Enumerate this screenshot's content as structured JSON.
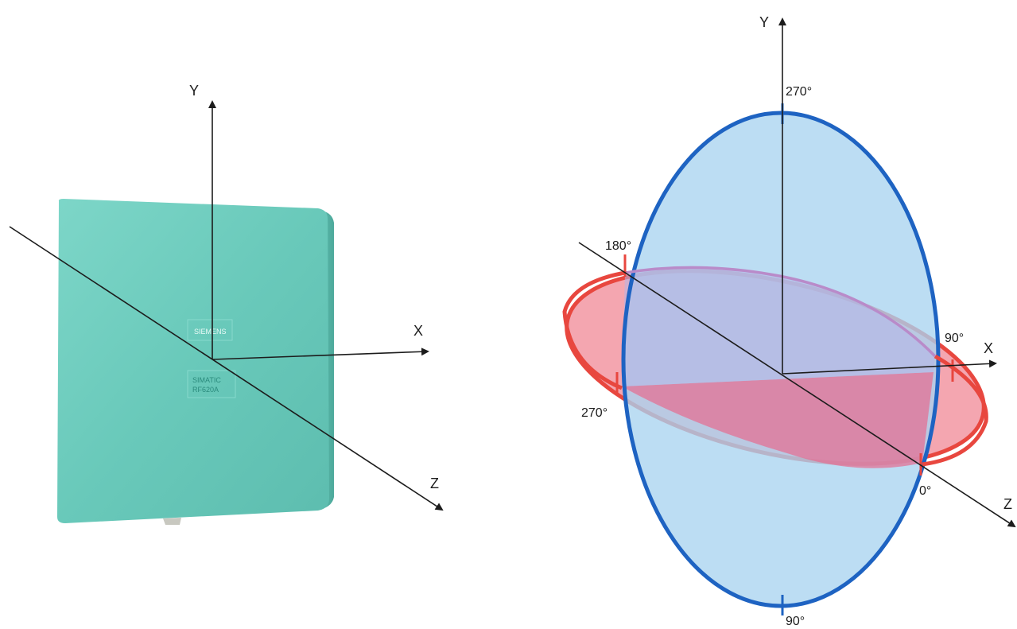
{
  "left_figure": {
    "axes": {
      "y_label": "Y",
      "x_label": "X",
      "z_label": "Z"
    },
    "antenna": {
      "label_top": "SIEMENS",
      "label_bottom_line1": "SIMATIC",
      "label_bottom_line2": "RF620A",
      "color": "#6fcdbf"
    }
  },
  "right_figure": {
    "axes": {
      "y_label": "Y",
      "x_label": "X",
      "z_label": "Z"
    },
    "vertical_plane": {
      "fill": "#bfe0f5",
      "stroke": "#1e63c2",
      "angle_labels": {
        "top": "270°",
        "bottom": "90°"
      }
    },
    "horizontal_plane": {
      "fill": "#f4a6b0",
      "stroke": "#e8473f",
      "angle_labels": {
        "back": "180°",
        "right": "90°",
        "left": "270°",
        "front": "0°"
      }
    }
  }
}
